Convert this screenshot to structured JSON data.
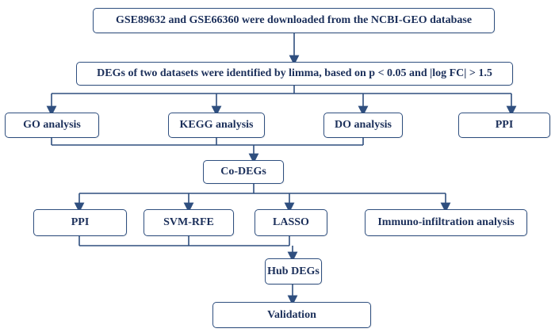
{
  "nodes": {
    "download": "GSE89632 and GSE66360 were downloaded from the NCBI-GEO database",
    "degs": "DEGs of two datasets were identified by limma, based on p < 0.05 and |log FC| > 1.5",
    "go": "GO analysis",
    "kegg": "KEGG analysis",
    "do": "DO analysis",
    "ppi_top": "PPI",
    "co_degs": "Co-DEGs",
    "ppi": "PPI",
    "svm_rfe": "SVM-RFE",
    "lasso": "LASSO",
    "immuno": "Immuno-infiltration analysis",
    "hub": "Hub DEGs",
    "validation": "Validation"
  },
  "colors": {
    "line": "#2f4f7f",
    "text": "#1b2f5a",
    "border": "#2f4f7f"
  }
}
